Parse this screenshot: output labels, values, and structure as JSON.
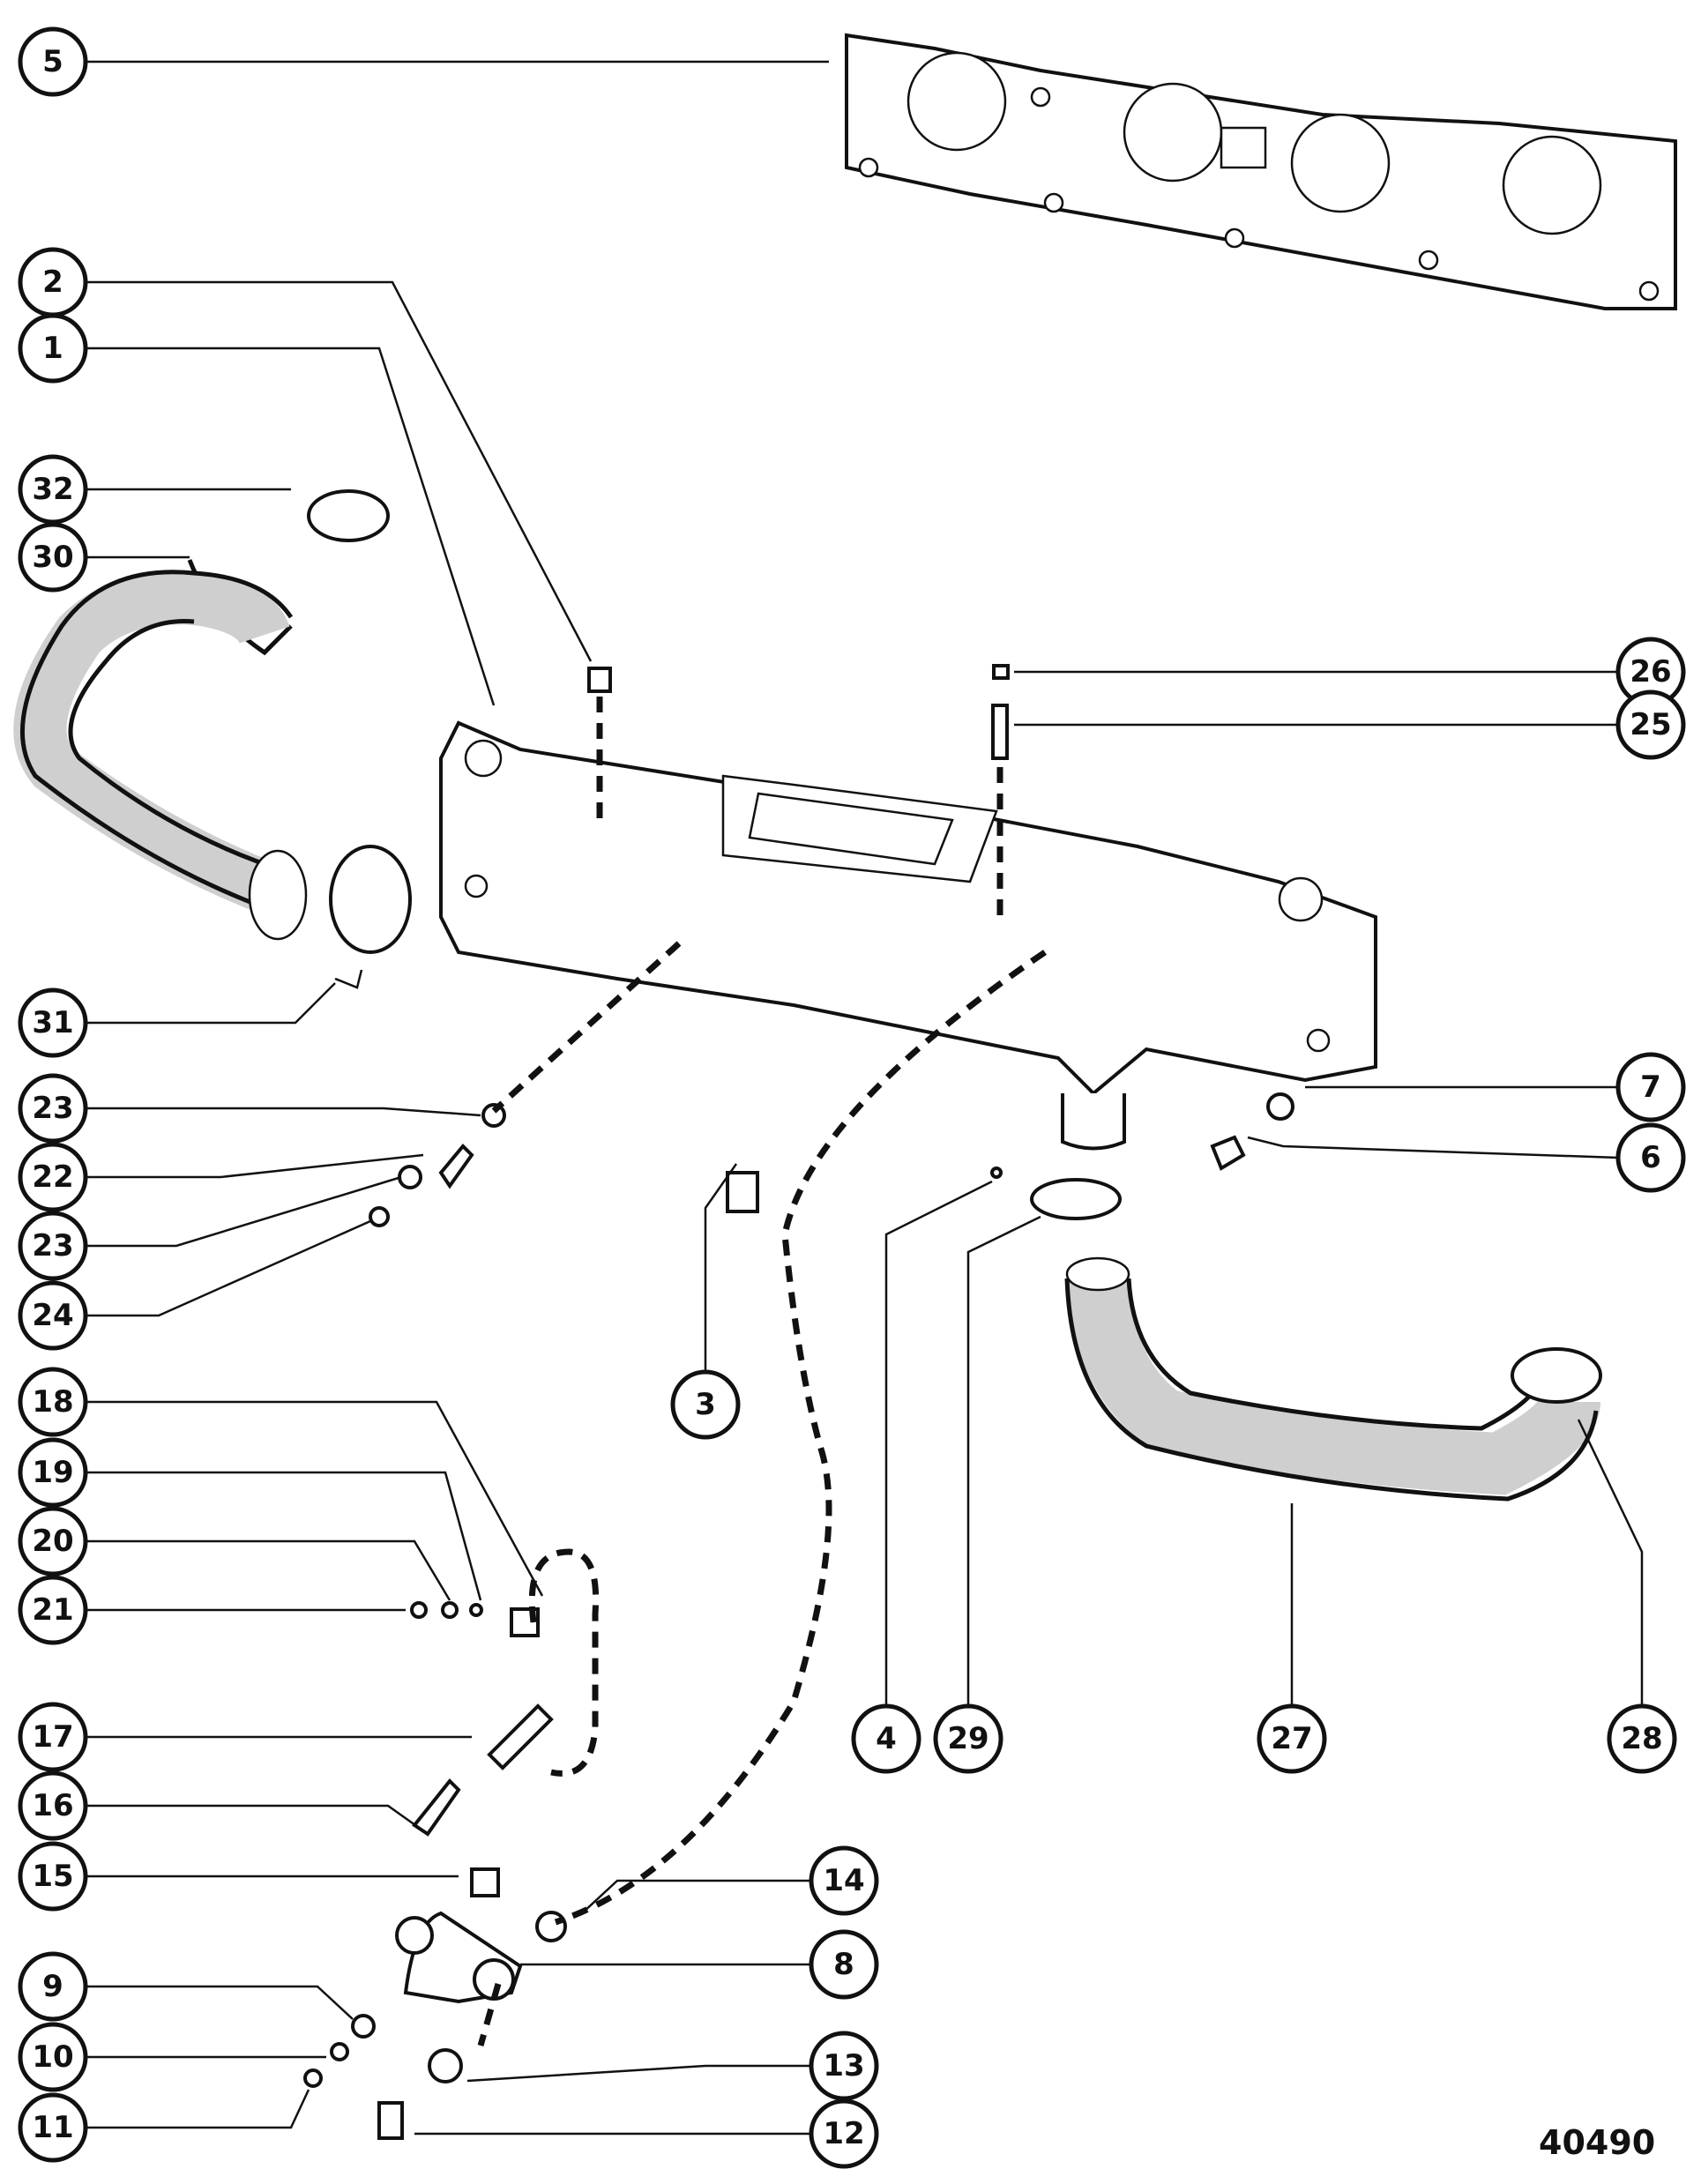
{
  "figure_number": "40490",
  "callouts": [
    {
      "id": "c1",
      "label": "1"
    },
    {
      "id": "c2",
      "label": "2"
    },
    {
      "id": "c3",
      "label": "3"
    },
    {
      "id": "c4",
      "label": "4"
    },
    {
      "id": "c5",
      "label": "5"
    },
    {
      "id": "c6",
      "label": "6"
    },
    {
      "id": "c7",
      "label": "7"
    },
    {
      "id": "c8",
      "label": "8"
    },
    {
      "id": "c9",
      "label": "9"
    },
    {
      "id": "c10",
      "label": "10"
    },
    {
      "id": "c11",
      "label": "11"
    },
    {
      "id": "c12",
      "label": "12"
    },
    {
      "id": "c13",
      "label": "13"
    },
    {
      "id": "c14",
      "label": "14"
    },
    {
      "id": "c15",
      "label": "15"
    },
    {
      "id": "c16",
      "label": "16"
    },
    {
      "id": "c17",
      "label": "17"
    },
    {
      "id": "c18",
      "label": "18"
    },
    {
      "id": "c19",
      "label": "19"
    },
    {
      "id": "c20",
      "label": "20"
    },
    {
      "id": "c21",
      "label": "21"
    },
    {
      "id": "c22",
      "label": "22"
    },
    {
      "id": "c23a",
      "label": "23"
    },
    {
      "id": "c23b",
      "label": "23"
    },
    {
      "id": "c24",
      "label": "24"
    },
    {
      "id": "c25",
      "label": "25"
    },
    {
      "id": "c26",
      "label": "26"
    },
    {
      "id": "c27",
      "label": "27"
    },
    {
      "id": "c28",
      "label": "28"
    },
    {
      "id": "c29",
      "label": "29"
    },
    {
      "id": "c30",
      "label": "30"
    },
    {
      "id": "c31",
      "label": "31"
    },
    {
      "id": "c32",
      "label": "32"
    }
  ]
}
